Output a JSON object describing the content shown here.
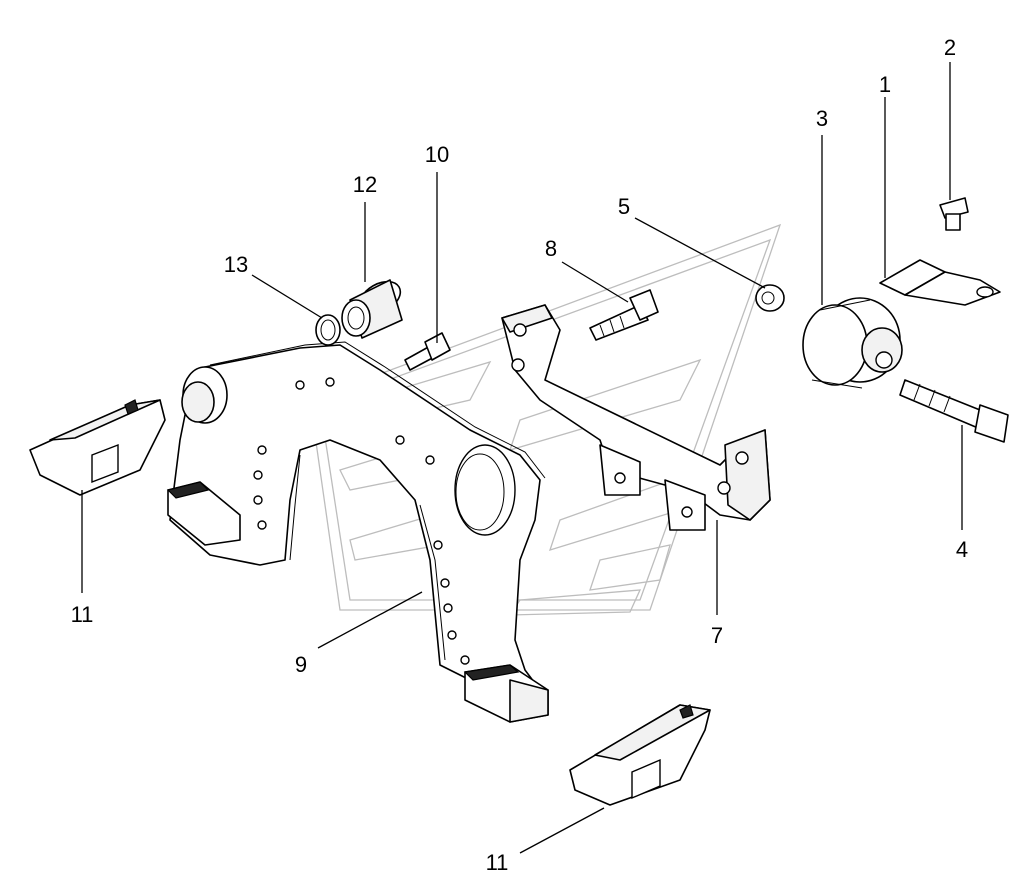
{
  "callouts": [
    {
      "label": "1"
    },
    {
      "label": "2"
    },
    {
      "label": "3"
    },
    {
      "label": "4"
    },
    {
      "label": "5"
    },
    {
      "label": "7"
    },
    {
      "label": "8"
    },
    {
      "label": "9"
    },
    {
      "label": "10"
    },
    {
      "label": "11"
    },
    {
      "label": "11"
    },
    {
      "label": "12"
    },
    {
      "label": "13"
    }
  ]
}
